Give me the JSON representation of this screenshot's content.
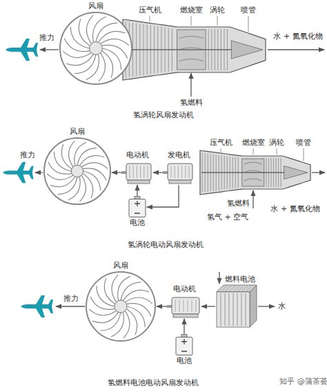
{
  "diagram": {
    "nodes": [
      {
        "text": [
          "风扇"
        ]
      },
      {
        "text": [
          "风扇"
        ]
      },
      {
        "text": [
          "电动机"
        ]
      },
      {
        "text": [
          "发电机"
        ]
      },
      {
        "text": [
          "电池"
        ]
      },
      {
        "text": [
          "风扇"
        ]
      },
      {
        "text": [
          "电动机"
        ]
      },
      {
        "text": [
          "燃料电池"
        ]
      },
      {
        "text": [
          "电池"
        ]
      }
    ],
    "edges": [
      {
        "from": 2,
        "to": 1,
        "arrow": "to"
      },
      {
        "from": 3,
        "to": 2,
        "arrow": "to"
      },
      {
        "from": 3,
        "to": 4,
        "arrow": "to"
      },
      {
        "from": 4,
        "to": 2,
        "arrow": "to"
      },
      {
        "from": 6,
        "to": 5,
        "arrow": "to"
      },
      {
        "from": 7,
        "to": 6,
        "arrow": "to"
      },
      {
        "from": 8,
        "to": 6,
        "arrow": "to"
      }
    ],
    "labels": [
      "推力",
      "压气机",
      "燃烧室",
      "涡轮",
      "喷管",
      "水 + 氮氧化物",
      "氢燃料",
      "氢涡轮风扇发动机",
      "推力",
      "压气机",
      "燃烧室",
      "涡轮",
      "喷管",
      "水 + 氮氧化物",
      "氢燃料",
      "氢气 + 空气",
      "氢涡轮电动风扇发动机",
      "推力",
      "水",
      "氢燃料电池电动风扇发动机",
      "知乎 @蒲茶荟"
    ]
  }
}
